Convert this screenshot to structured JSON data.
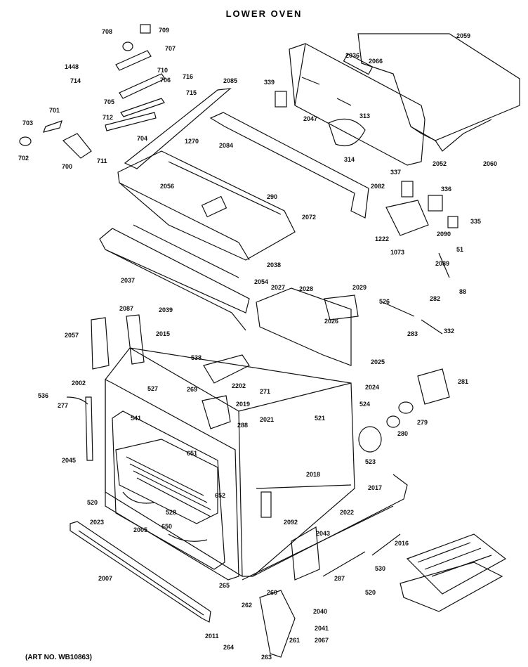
{
  "title": "LOWER  OVEN",
  "art_number": "(ART NO. WB10863)",
  "part_labels": [
    "708",
    "709",
    "707",
    "1448",
    "714",
    "710",
    "706",
    "716",
    "715",
    "2085",
    "705",
    "712",
    "704",
    "703",
    "701",
    "700",
    "702",
    "711",
    "1270",
    "2059",
    "2036",
    "2066",
    "339",
    "2047",
    "313",
    "314",
    "2084",
    "2052",
    "2060",
    "337",
    "336",
    "335",
    "290",
    "2082",
    "2072",
    "1222",
    "1073",
    "2090",
    "2056",
    "2089",
    "51",
    "88",
    "2038",
    "2037",
    "2054",
    "2027",
    "2028",
    "2029",
    "526",
    "282",
    "283",
    "332",
    "2087",
    "2039",
    "2015",
    "2057",
    "538",
    "2026",
    "2025",
    "2002",
    "2202",
    "2024",
    "281",
    "536",
    "527",
    "277",
    "269",
    "2019",
    "271",
    "2021",
    "524",
    "279",
    "541",
    "288",
    "521",
    "280",
    "2045",
    "651",
    "523",
    "2018",
    "520",
    "528",
    "652",
    "2017",
    "2092",
    "2022",
    "2023",
    "2005",
    "650",
    "2043",
    "2016",
    "530",
    "2007",
    "287",
    "520",
    "265",
    "260",
    "262",
    "2040",
    "2041",
    "2067",
    "2011",
    "261",
    "264",
    "263"
  ]
}
